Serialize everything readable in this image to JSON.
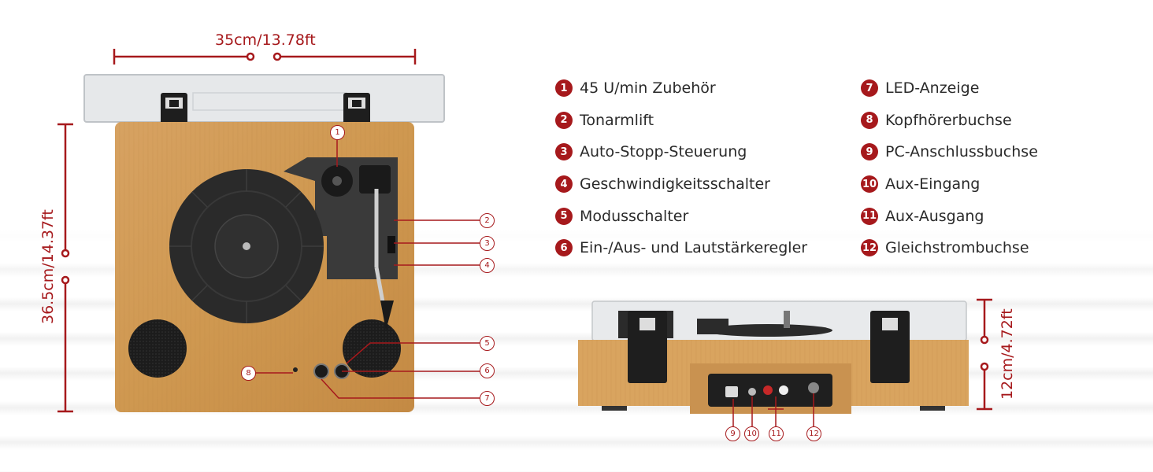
{
  "dimensions": {
    "width": "35cm/13.78ft",
    "depth": "36.5cm/14.37ft",
    "height": "12cm/4.72ft"
  },
  "callouts": [
    "1",
    "2",
    "3",
    "4",
    "5",
    "6",
    "7",
    "8",
    "9",
    "10",
    "11",
    "12"
  ],
  "legend_left": [
    {
      "num": "1",
      "label": "45 U/min Zubehör"
    },
    {
      "num": "2",
      "label": "Tonarmlift"
    },
    {
      "num": "3",
      "label": "Auto-Stopp-Steuerung"
    },
    {
      "num": "4",
      "label": "Geschwindigkeitsschalter"
    },
    {
      "num": "5",
      "label": "Modusschalter"
    },
    {
      "num": "6",
      "label": "Ein-/Aus- und Lautstärkeregler"
    }
  ],
  "legend_right": [
    {
      "num": "7",
      "label": "LED-Anzeige"
    },
    {
      "num": "8",
      "label": "Kopfhörerbuchse"
    },
    {
      "num": "9",
      "label": "PC-Anschlussbuchse"
    },
    {
      "num": "10",
      "label": "Aux-Eingang"
    },
    {
      "num": "11",
      "label": "Aux-Ausgang"
    },
    {
      "num": "12",
      "label": "Gleichstrombuchse"
    }
  ],
  "colors": {
    "accent": "#a6191c",
    "wood": "#d19a55",
    "dark": "#2b2b2b"
  }
}
